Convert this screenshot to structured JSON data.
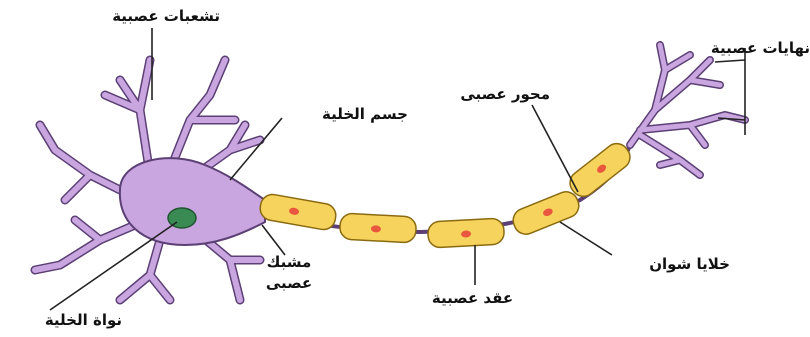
{
  "diagram": {
    "colors": {
      "cell_fill": "#c9a6df",
      "cell_stroke": "#5b3f75",
      "nucleus_fill": "#3a8a54",
      "myelin_fill": "#f6d35c",
      "myelin_stroke": "#8a6a10",
      "node_fill": "#e9573f",
      "line": "#222222"
    },
    "labels": {
      "dendrites": "تشعبات عصبية",
      "cell_body": "جسم الخلية",
      "axon": "محور عصبى",
      "terminals": "نهايات عصبية",
      "synapse_line1": "مشبك",
      "synapse_line2": "عصبى",
      "nucleus": "نواة الخلية",
      "nodes": "عقد عصبية",
      "schwann_cells": "خلايا شوان"
    }
  }
}
